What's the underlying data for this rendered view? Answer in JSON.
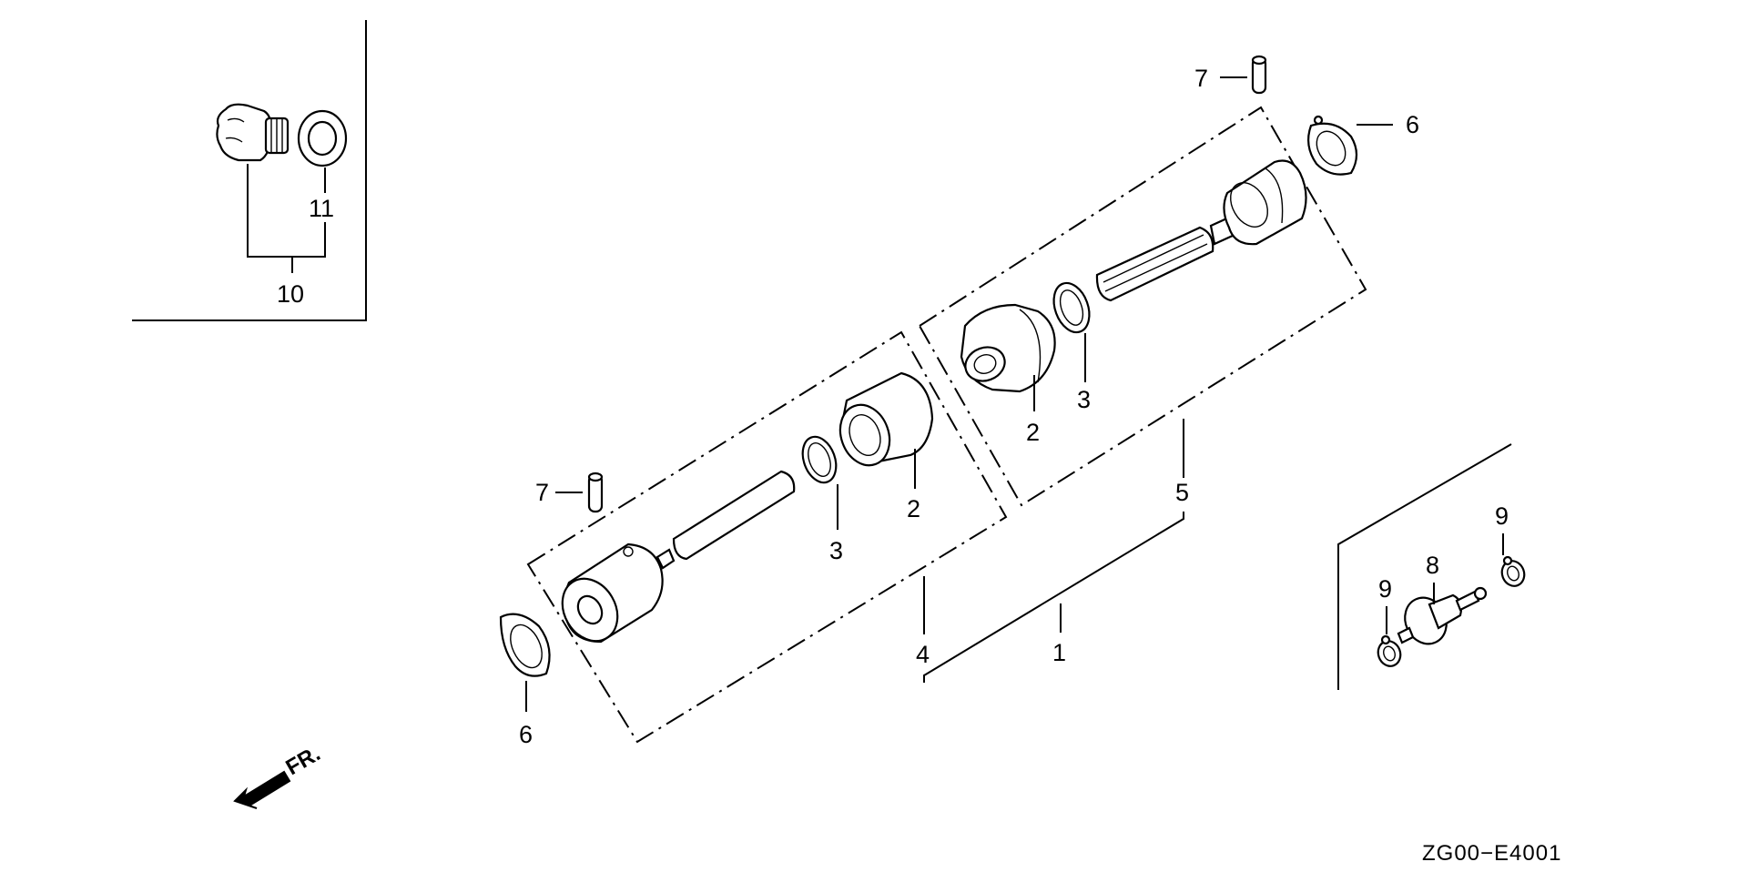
{
  "diagram": {
    "diagram_code": "ZG00−E4001",
    "front_arrow_label": "FR.",
    "callouts": {
      "shaft_assembly": "1",
      "sleeve_front": "2",
      "sleeve_rear": "2",
      "oring_front": "3",
      "oring_rear": "3",
      "front_half_assembly": "4",
      "rear_half_assembly": "5",
      "clip_front": "6",
      "clip_rear": "6",
      "pin_front": "7",
      "pin_rear": "7",
      "joint": "8",
      "hose_clamp_left": "9",
      "hose_clamp_right": "9",
      "plug_bolt_set": "10",
      "washer": "11"
    }
  }
}
